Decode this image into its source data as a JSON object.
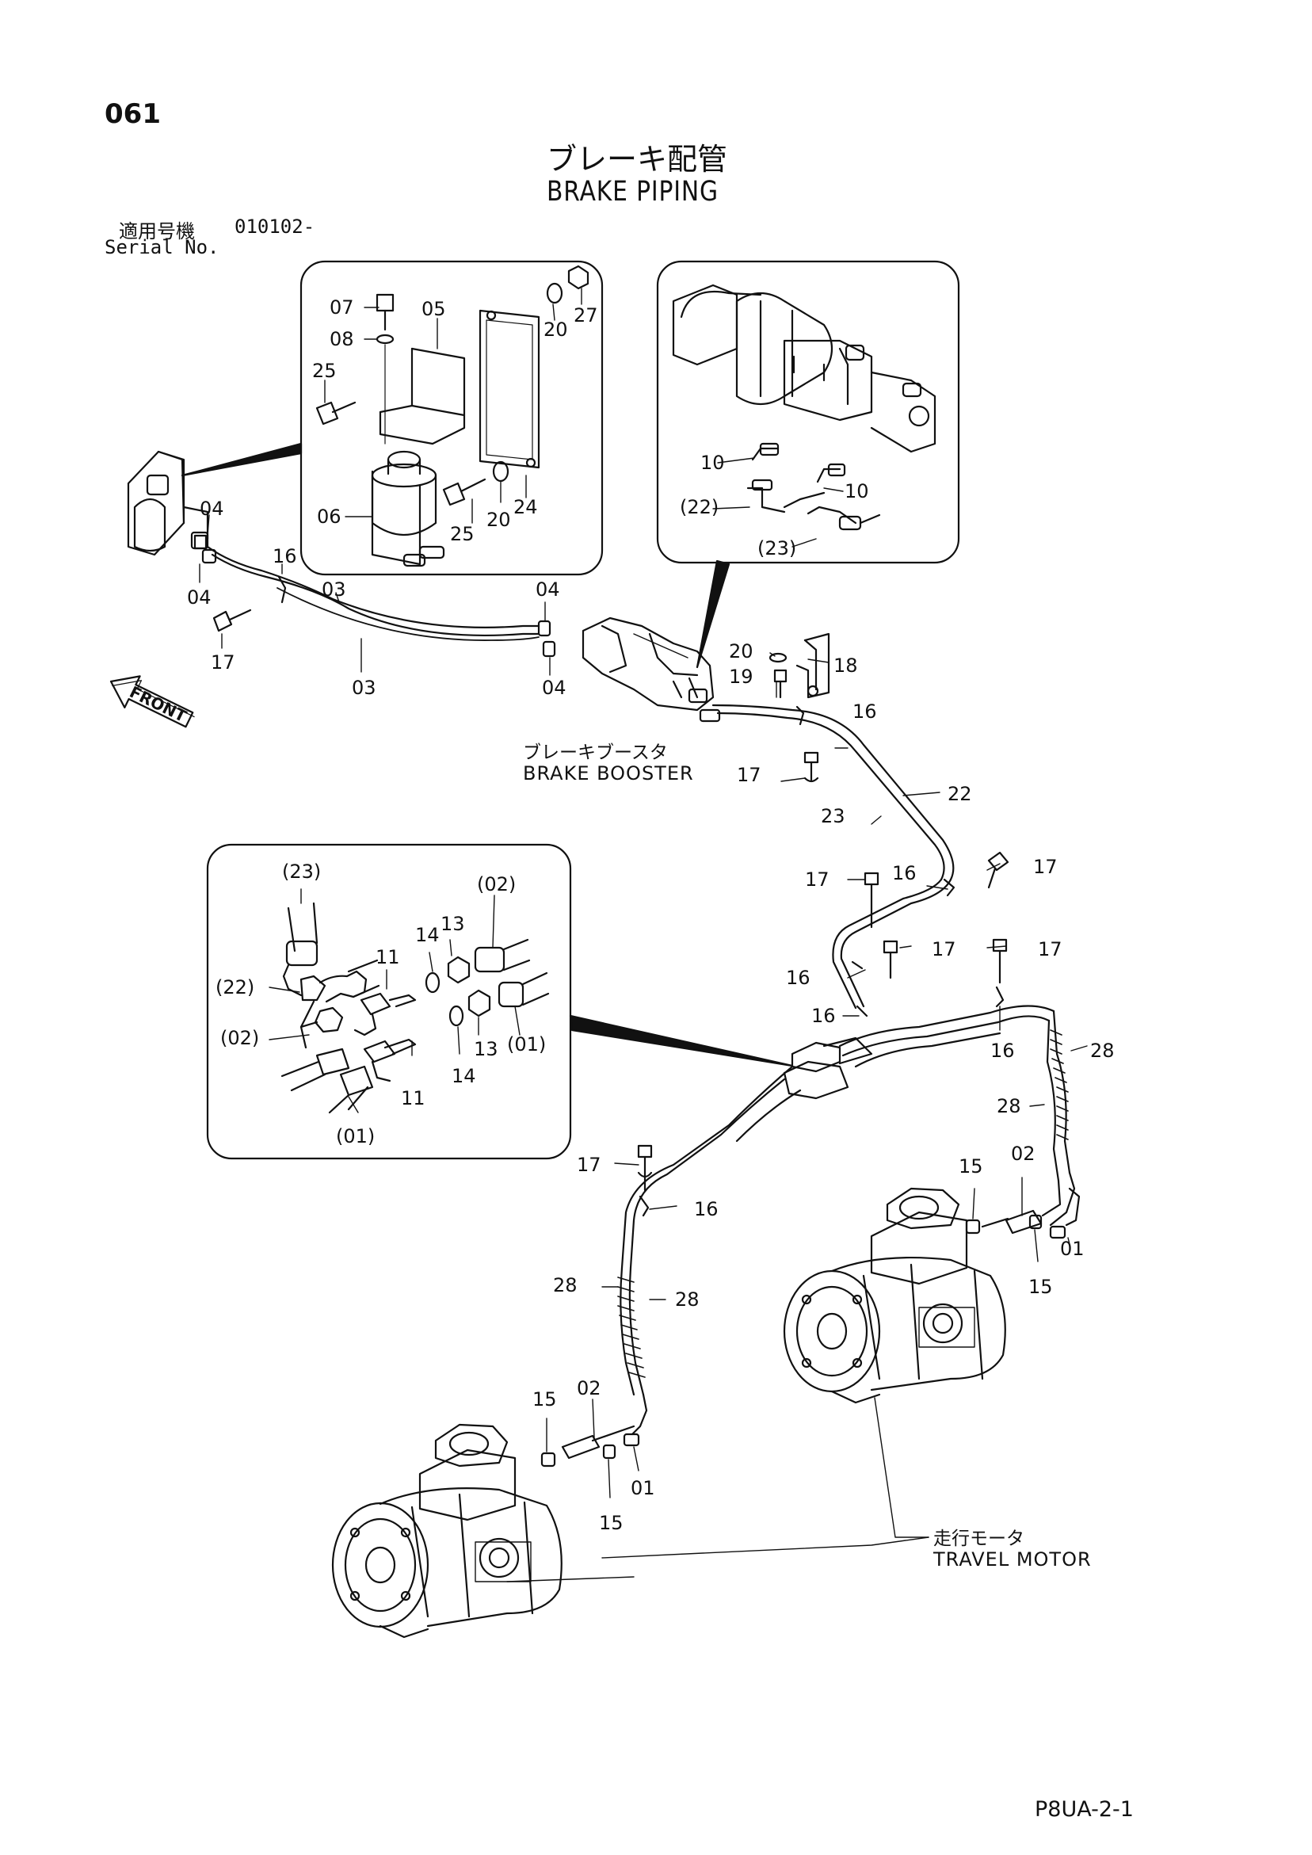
{
  "header": {
    "page_number": "061",
    "title_jp": "ブレーキ配管",
    "title_en": "BRAKE PIPING",
    "serial_label_jp": "適用号機",
    "serial_value": "010102-",
    "serial_label_en": "Serial No."
  },
  "labels": {
    "brake_booster_jp": "ブレーキブースタ",
    "brake_booster_en": "BRAKE BOOSTER",
    "travel_motor_jp": "走行モータ",
    "travel_motor_en": "TRAVEL MOTOR",
    "front": "FRONT"
  },
  "callouts": {
    "c07": "07",
    "c08": "08",
    "c05": "05",
    "c20": "20",
    "c27": "27",
    "c25": "25",
    "c06": "06",
    "c24": "24",
    "c04": "04",
    "c16": "16",
    "c03": "03",
    "c17": "17",
    "c10": "10",
    "c22p": "(22)",
    "c23p": "(23)",
    "c18": "18",
    "c19": "19",
    "c22": "22",
    "c23": "23",
    "c02p": "(02)",
    "c01p": "(01)",
    "c11": "11",
    "c13": "13",
    "c14": "14",
    "c28": "28",
    "c15": "15",
    "c02": "02",
    "c01": "01"
  },
  "footer": {
    "code": "P8UA-2-1"
  }
}
